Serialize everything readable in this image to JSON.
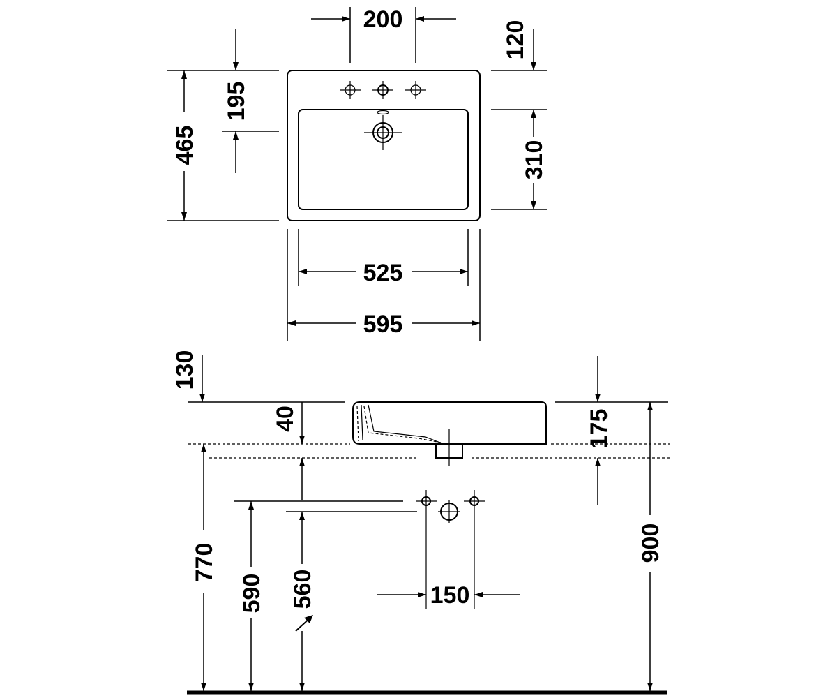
{
  "dimensions": {
    "tap_hole_spacing": "200",
    "top_to_rim": "120",
    "front_to_tap_holes": "195",
    "total_depth": "465",
    "bowl_depth": "310",
    "bowl_width": "525",
    "total_width": "595",
    "basin_height_top": "130",
    "rim_thickness": "40",
    "overall_height": "175",
    "installation_height": "770",
    "supply_height": "590",
    "waste_height": "560",
    "supply_spacing": "150",
    "top_height": "900"
  },
  "icons": {
    "floor_arrow": "pointer-arrow-icon"
  }
}
